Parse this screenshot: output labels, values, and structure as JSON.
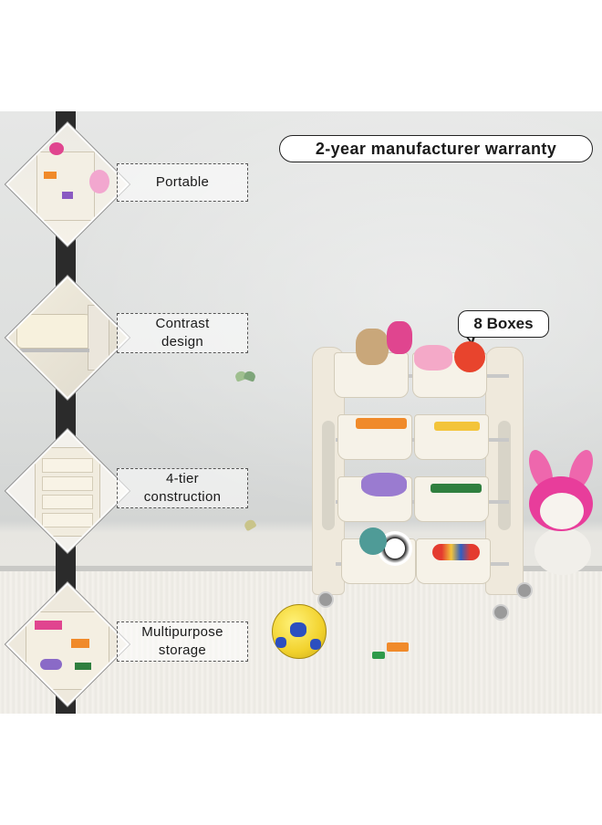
{
  "callouts": {
    "warranty": "2-year manufacturer warranty",
    "boxes": "8 Boxes"
  },
  "features": [
    {
      "label": "Portable"
    },
    {
      "label": "Contrast design"
    },
    {
      "label": "4-tier construction"
    },
    {
      "label": "Multipurpose storage"
    }
  ],
  "colors": {
    "wall": "#dcdedd",
    "rug": "#f1efea",
    "pole": "#2b2b2b",
    "shelf": "#efe9dc",
    "bunny": "#e83d9b"
  }
}
